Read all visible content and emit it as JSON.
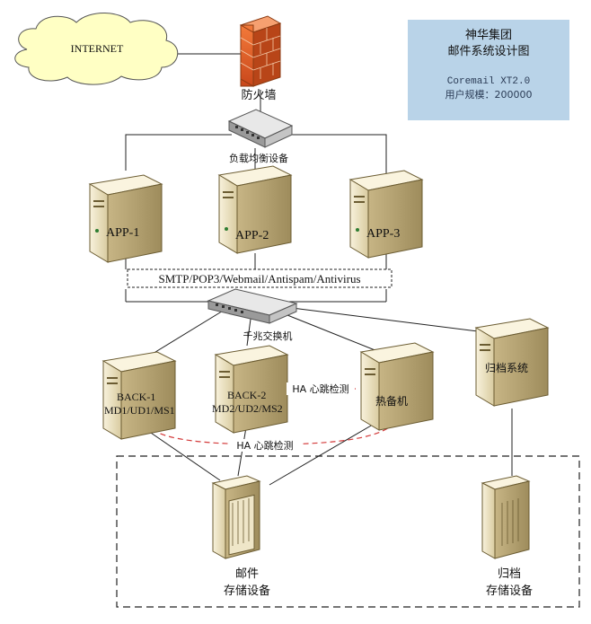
{
  "info_box": {
    "title_line1": "神华集团",
    "title_line2": "邮件系统设计图",
    "version": "Coremail XT2.0",
    "scale": "用户规模：200000",
    "bg_color": "#b9d3e8"
  },
  "cloud": {
    "label": "INTERNET",
    "fill": "#ffffc4"
  },
  "firewall": {
    "label": "防火墙",
    "brick_color": "#e25a1f"
  },
  "load_balancer": {
    "label": "负载均衡设备"
  },
  "app_servers": [
    {
      "label": "APP-1"
    },
    {
      "label": "APP-2"
    },
    {
      "label": "APP-3"
    }
  ],
  "protocol_banner": "SMTP/POP3/Webmail/Antispam/Antivirus",
  "switch": {
    "label": "千兆交换机"
  },
  "back_servers": [
    {
      "name": "BACK-1",
      "role": "MD1/UD1/MS1"
    },
    {
      "name": "BACK-2",
      "role": "MD2/UD2/MS2"
    }
  ],
  "hot_standby": {
    "label": "热备机"
  },
  "archive_server": {
    "label": "归档系统"
  },
  "ha_labels": {
    "upper": "HA 心跳检测",
    "lower": "HA 心跳检测"
  },
  "storage": {
    "mail_line1": "邮件",
    "mail_line2": "存储设备",
    "archive_line1": "归档",
    "archive_line2": "存储设备"
  },
  "colors": {
    "server_body": "#efe6c8",
    "server_side": "#c9b98a",
    "ha_link": "#d33a3a"
  }
}
